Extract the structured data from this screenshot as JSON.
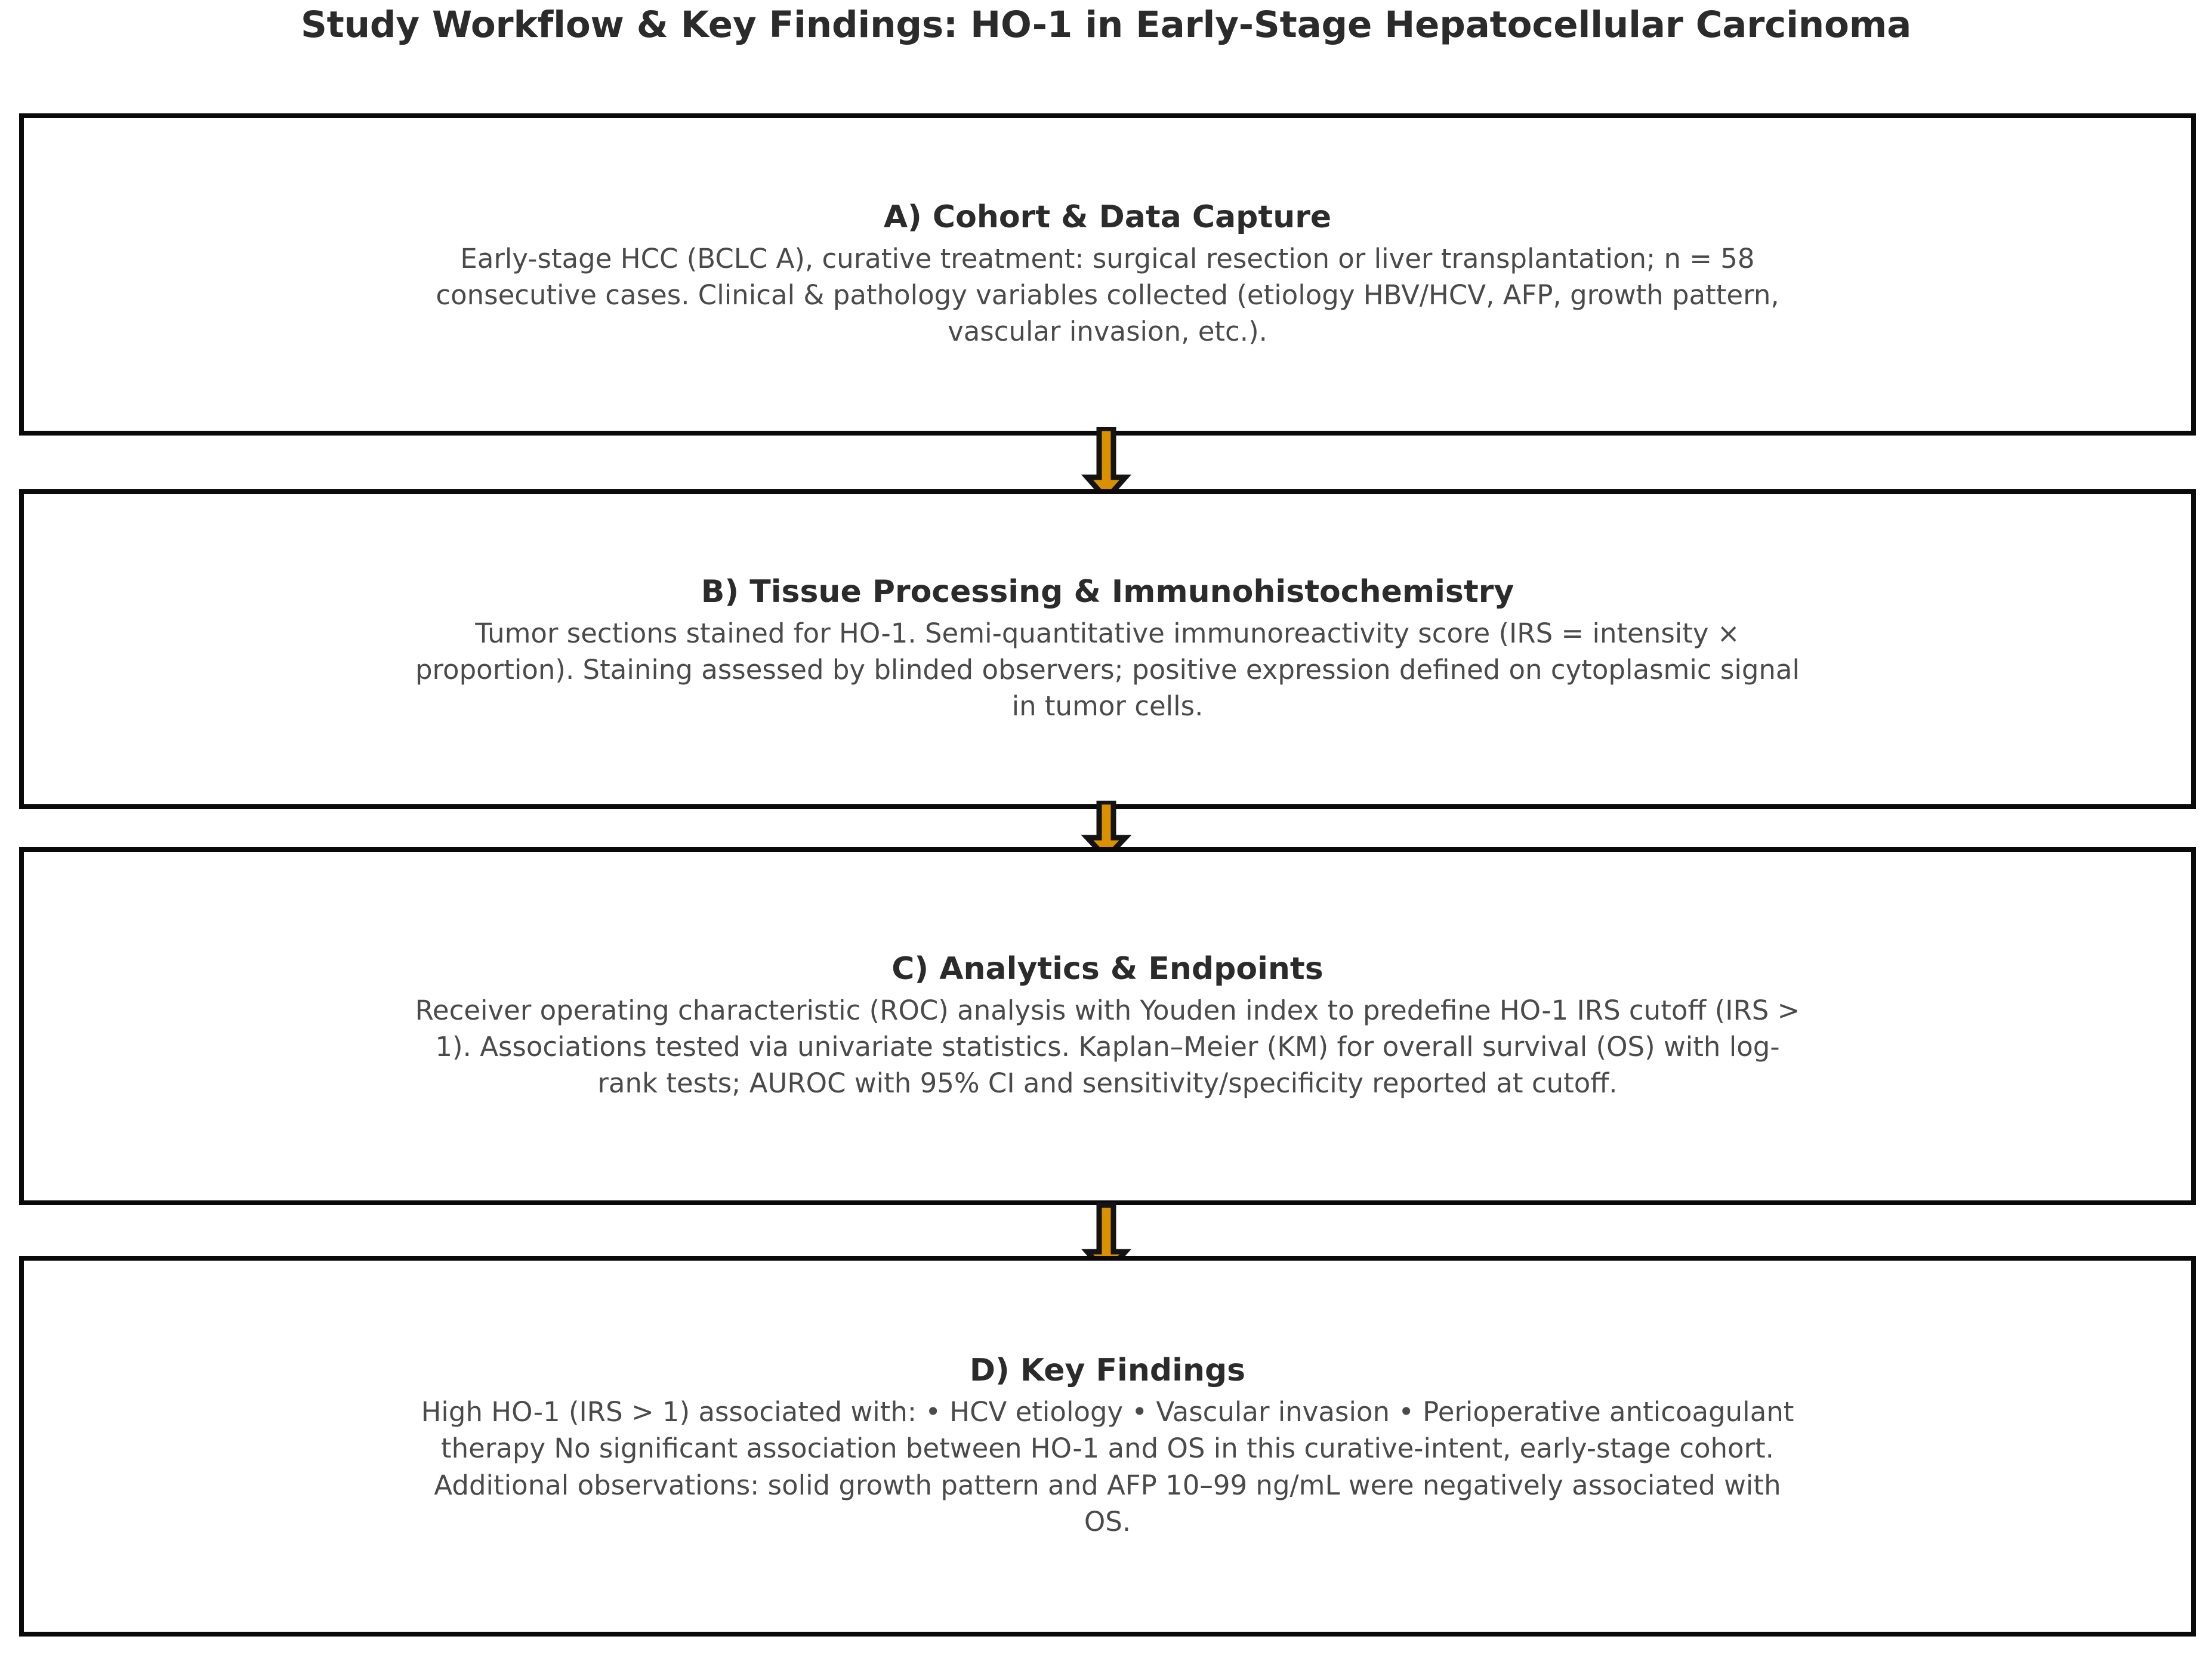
{
  "figure": {
    "title": "Study Workflow & Key Findings: HO-1 in Early-Stage Hepatocellular Carcinoma",
    "colors": {
      "background": "#ffffff",
      "box_border": "#0a0a0a",
      "heading_text": "#2b2b2b",
      "body_text": "#4a4a4a",
      "arrow_fill": "#d99100",
      "arrow_stroke": "#141414"
    }
  },
  "nodes": [
    {
      "id": "A",
      "heading": "A) Cohort & Data Capture",
      "body": "Early-stage HCC (BCLC A), curative treatment: surgical resection or liver transplantation; n = 58 consecutive cases. Clinical & pathology variables collected (etiology HBV/HCV, AFP, growth pattern, vascular invasion, etc.)."
    },
    {
      "id": "B",
      "heading": "B) Tissue Processing & Immunohistochemistry",
      "body": "Tumor sections stained for HO-1. Semi-quantitative immunoreactivity score (IRS = intensity × proportion). Staining assessed by blinded observers; positive expression defined on cytoplasmic signal in tumor cells."
    },
    {
      "id": "C",
      "heading": "C) Analytics & Endpoints",
      "body": "Receiver operating characteristic (ROC) analysis with Youden index to predefine HO-1 IRS cutoff (IRS > 1). Associations tested via univariate statistics. Kaplan–Meier (KM) for overall survival (OS) with log-rank tests; AUROC with 95% CI and sensitivity/specificity reported at cutoff."
    },
    {
      "id": "D",
      "heading": "D) Key Findings",
      "body": "High HO-1 (IRS > 1) associated with: • HCV etiology • Vascular invasion • Perioperative anticoagulant therapy No significant association between HO-1 and OS in this curative-intent, early-stage cohort. Additional observations: solid growth pattern and AFP 10–99 ng/mL were negatively associated with OS."
    }
  ],
  "connectors": [
    {
      "id": "A-to-B",
      "from": "A",
      "to": "B",
      "direction": "down"
    },
    {
      "id": "B-to-C",
      "from": "B",
      "to": "C",
      "direction": "down"
    },
    {
      "id": "C-to-D",
      "from": "C",
      "to": "D",
      "direction": "down"
    }
  ]
}
